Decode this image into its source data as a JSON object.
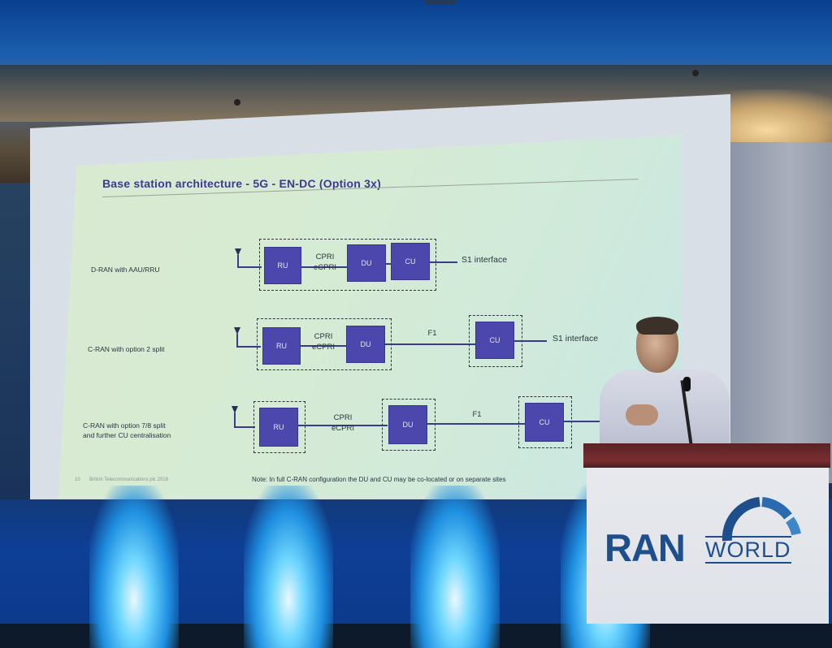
{
  "slide": {
    "title": "Base station architecture - 5G - EN-DC (Option 3x)",
    "rows": [
      {
        "label": "D-RAN with AAU/RRU",
        "ru": "RU",
        "link1_top": "CPRI",
        "link1_bottom": "eCPRI",
        "du": "DU",
        "cu": "CU",
        "interface": "S1 interface"
      },
      {
        "label": "C-RAN with option 2 split",
        "ru": "RU",
        "link1_top": "CPRI",
        "link1_bottom": "eCPRI",
        "du": "DU",
        "link2": "F1",
        "cu": "CU",
        "interface": "S1 interface"
      },
      {
        "label_line1": "C-RAN with option 7/8 split",
        "label_line2": "and further CU centralisation",
        "ru": "RU",
        "link1_top": "CPRI",
        "link1_bottom": "eCPRI",
        "du": "DU",
        "link2": "F1",
        "cu": "CU"
      }
    ],
    "footer_page": "10",
    "footer_copyright": "British Telecommunications plc 2018",
    "footer_note": "Note: In full C-RAN configuration the DU and CU may be co-located or on separate sites"
  },
  "podium": {
    "logo_ran": "RAN",
    "logo_world": "WORLD"
  },
  "colors": {
    "box": "#4b47ad",
    "title": "#3d3a8f",
    "logo": "#1f4e8c"
  }
}
